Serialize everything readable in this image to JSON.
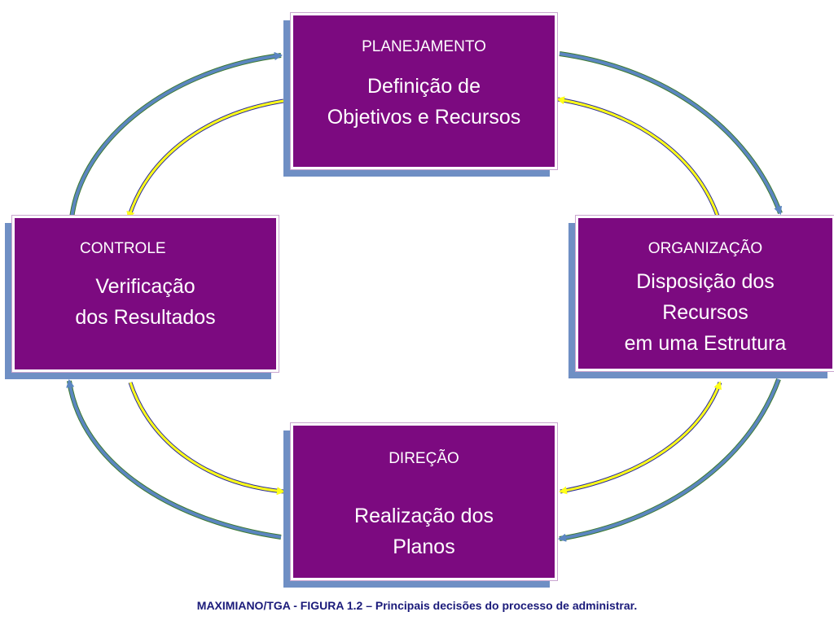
{
  "boxes": {
    "planejamento": {
      "heading": "PLANEJAMENTO",
      "body": "Definição de\nObjetivos e Recursos"
    },
    "organizacao": {
      "heading": "ORGANIZAÇÃO",
      "body": "Disposição dos\nRecursos\nem uma Estrutura"
    },
    "direcao": {
      "heading": "DIREÇÃO",
      "body": "Realização dos\nPlanos"
    },
    "controle": {
      "heading": "CONTROLE",
      "body": "Verificação\ndos Resultados"
    }
  },
  "caption": "MAXIMIANO/TGA - FIGURA 1.2 – Principais decisões do processo de administrar.",
  "colors": {
    "box_fill": "#7c0a80",
    "box_shadow": "#6f8fc4",
    "outer_arrow": "#5b86c0",
    "inner_arrow": "#ffff1a",
    "caption_text": "#1a1a7a"
  }
}
